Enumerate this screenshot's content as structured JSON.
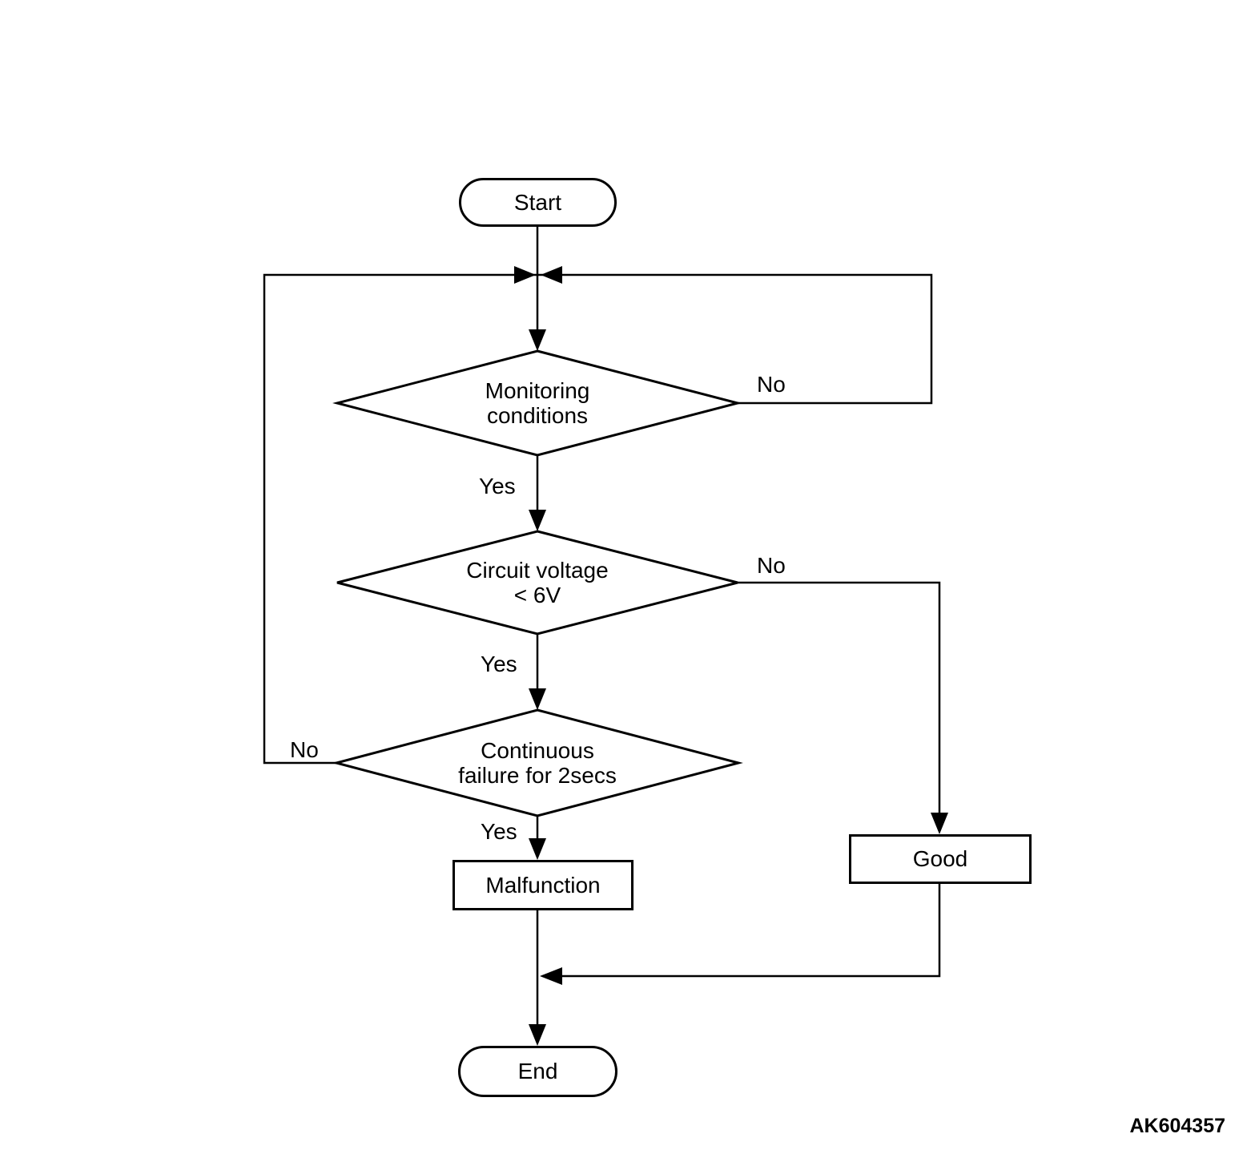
{
  "figure_code": "AK604357",
  "colors": {
    "line": "#000000",
    "background": "#ffffff"
  },
  "nodes": {
    "start": {
      "type": "terminator",
      "label": "Start"
    },
    "decision_monitoring": {
      "type": "decision",
      "line1": "Monitoring",
      "line2": "conditions"
    },
    "decision_voltage": {
      "type": "decision",
      "line1": "Circuit voltage",
      "line2": "< 6V"
    },
    "decision_continuous": {
      "type": "decision",
      "line1": "Continuous",
      "line2": "failure for 2secs"
    },
    "malfunction": {
      "type": "process",
      "label": "Malfunction"
    },
    "good": {
      "type": "process",
      "label": "Good"
    },
    "end": {
      "type": "terminator",
      "label": "End"
    }
  },
  "edge_labels": {
    "monitoring_yes": "Yes",
    "monitoring_no": "No",
    "voltage_yes": "Yes",
    "voltage_no": "No",
    "continuous_yes": "Yes",
    "continuous_no": "No"
  }
}
